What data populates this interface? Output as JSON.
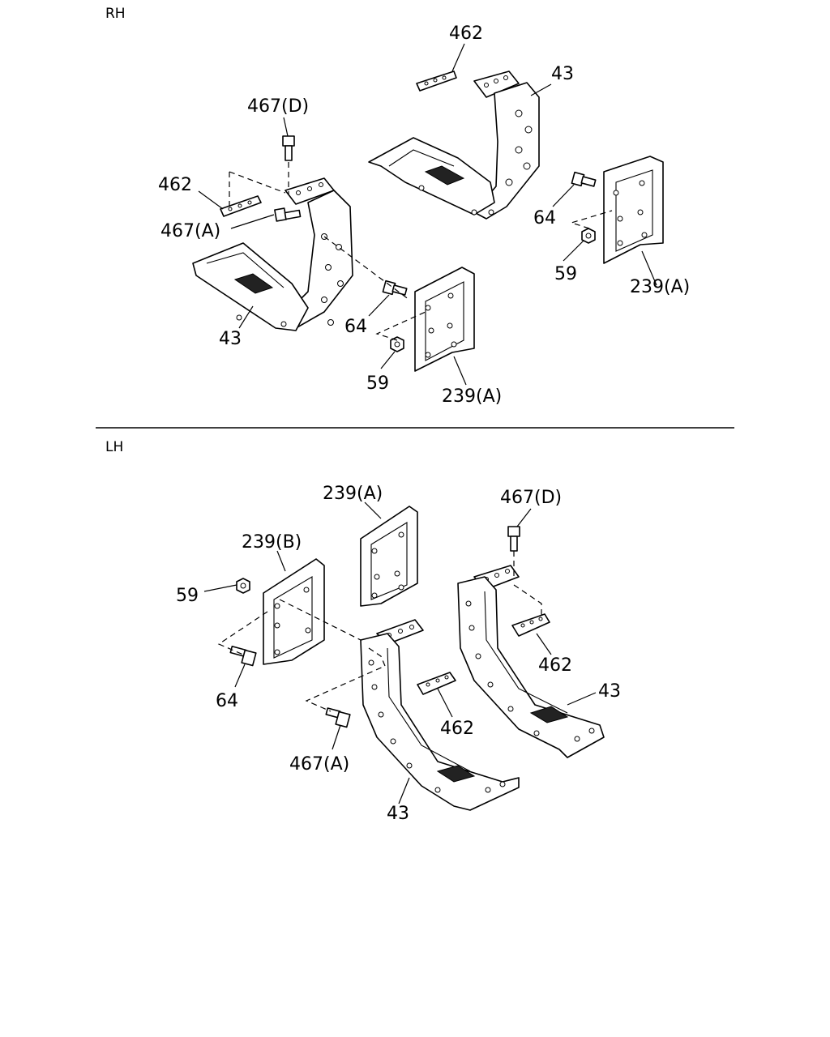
{
  "sections": {
    "rh": {
      "title": "RH"
    },
    "lh": {
      "title": "LH"
    }
  },
  "callouts": {
    "rh": {
      "c462_top": "462",
      "c43_top": "43",
      "c467d": "467(D)",
      "c462_left": "462",
      "c467a": "467(A)",
      "c64_right": "64",
      "c59_right": "59",
      "c239a_right": "239(A)",
      "c43_bottom": "43",
      "c64_mid": "64",
      "c59_mid": "59",
      "c239a_mid": "239(A)"
    },
    "lh": {
      "c239a": "239(A)",
      "c467d": "467(D)",
      "c239b": "239(B)",
      "c59": "59",
      "c462_right": "462",
      "c43_right": "43",
      "c64": "64",
      "c462_mid": "462",
      "c467a": "467(A)",
      "c43_bottom": "43"
    }
  }
}
